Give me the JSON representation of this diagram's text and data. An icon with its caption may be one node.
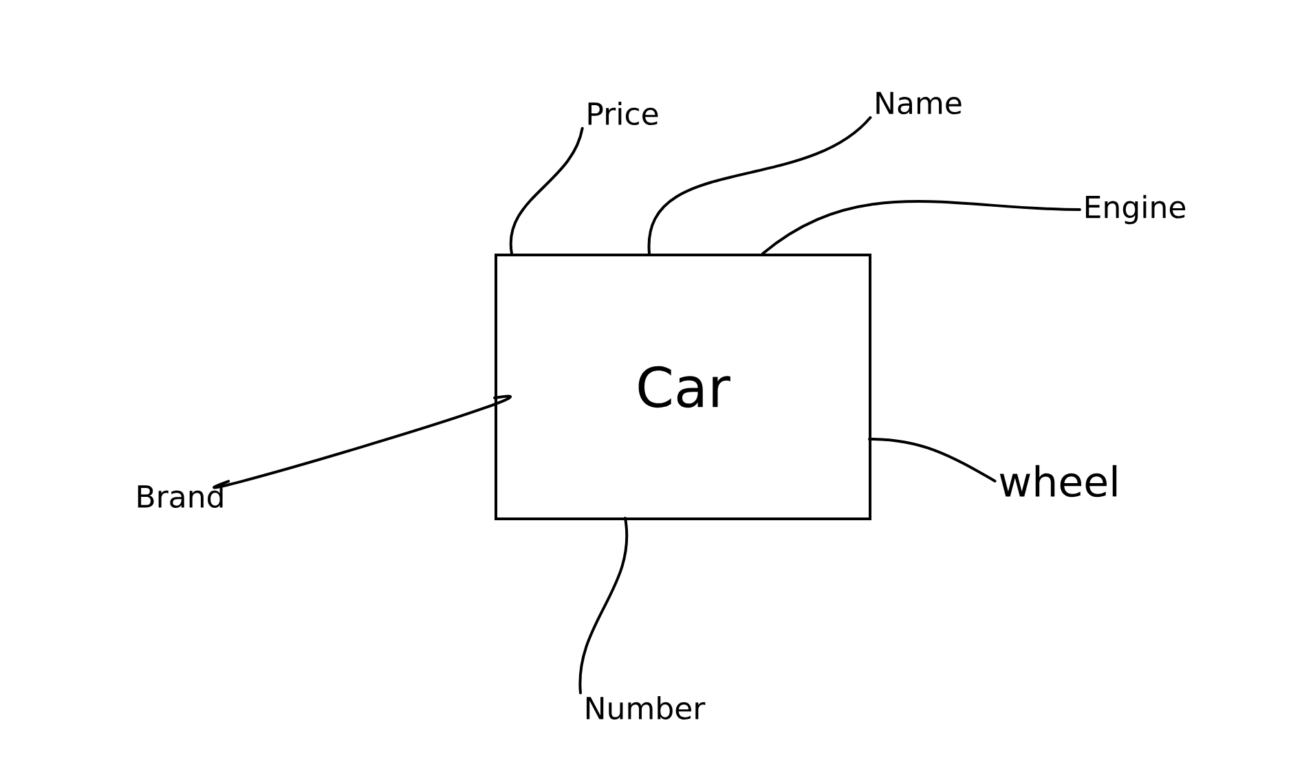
{
  "diagram": {
    "nodes": [
      {
        "text": [
          "Car"
        ]
      },
      {
        "text": [
          "Price"
        ]
      },
      {
        "text": [
          "Name"
        ]
      },
      {
        "text": [
          "Engine"
        ]
      },
      {
        "text": [
          "wheel"
        ]
      },
      {
        "text": [
          "Number"
        ]
      },
      {
        "text": [
          "Brand"
        ]
      }
    ],
    "edges": [
      {
        "from": 1,
        "to": 0,
        "arrow": "none"
      },
      {
        "from": 2,
        "to": 0,
        "arrow": "none"
      },
      {
        "from": 3,
        "to": 0,
        "arrow": "none"
      },
      {
        "from": 4,
        "to": 0,
        "arrow": "none"
      },
      {
        "from": 5,
        "to": 0,
        "arrow": "none"
      },
      {
        "from": 6,
        "to": 0,
        "arrow": "none"
      }
    ]
  }
}
